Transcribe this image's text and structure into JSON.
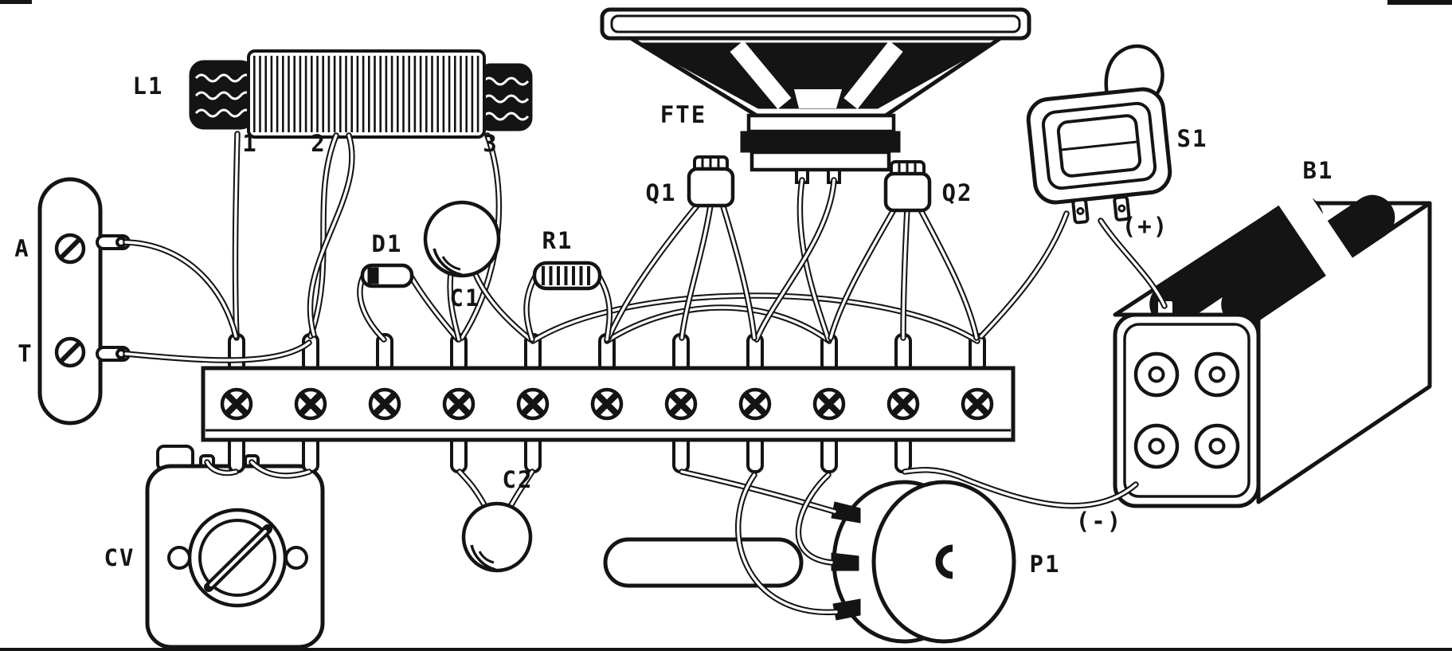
{
  "figure": {
    "type": "pictorial wiring assembly diagram",
    "ink": "#141414",
    "background": "#ffffff",
    "labels": {
      "l1": "L1",
      "tap1": "1",
      "tap2": "2",
      "tap3": "3",
      "antenna": "A",
      "ground": "T",
      "d1": "D1",
      "c1": "C1",
      "r1": "R1",
      "q1": "Q1",
      "q2": "Q2",
      "speaker": "FTE",
      "switch": "S1",
      "battery": "B1",
      "battery_positive": "(+)",
      "battery_negative": "(-)",
      "variable_capacitor": "CV",
      "c2": "C2",
      "potentiometer": "P1"
    }
  }
}
